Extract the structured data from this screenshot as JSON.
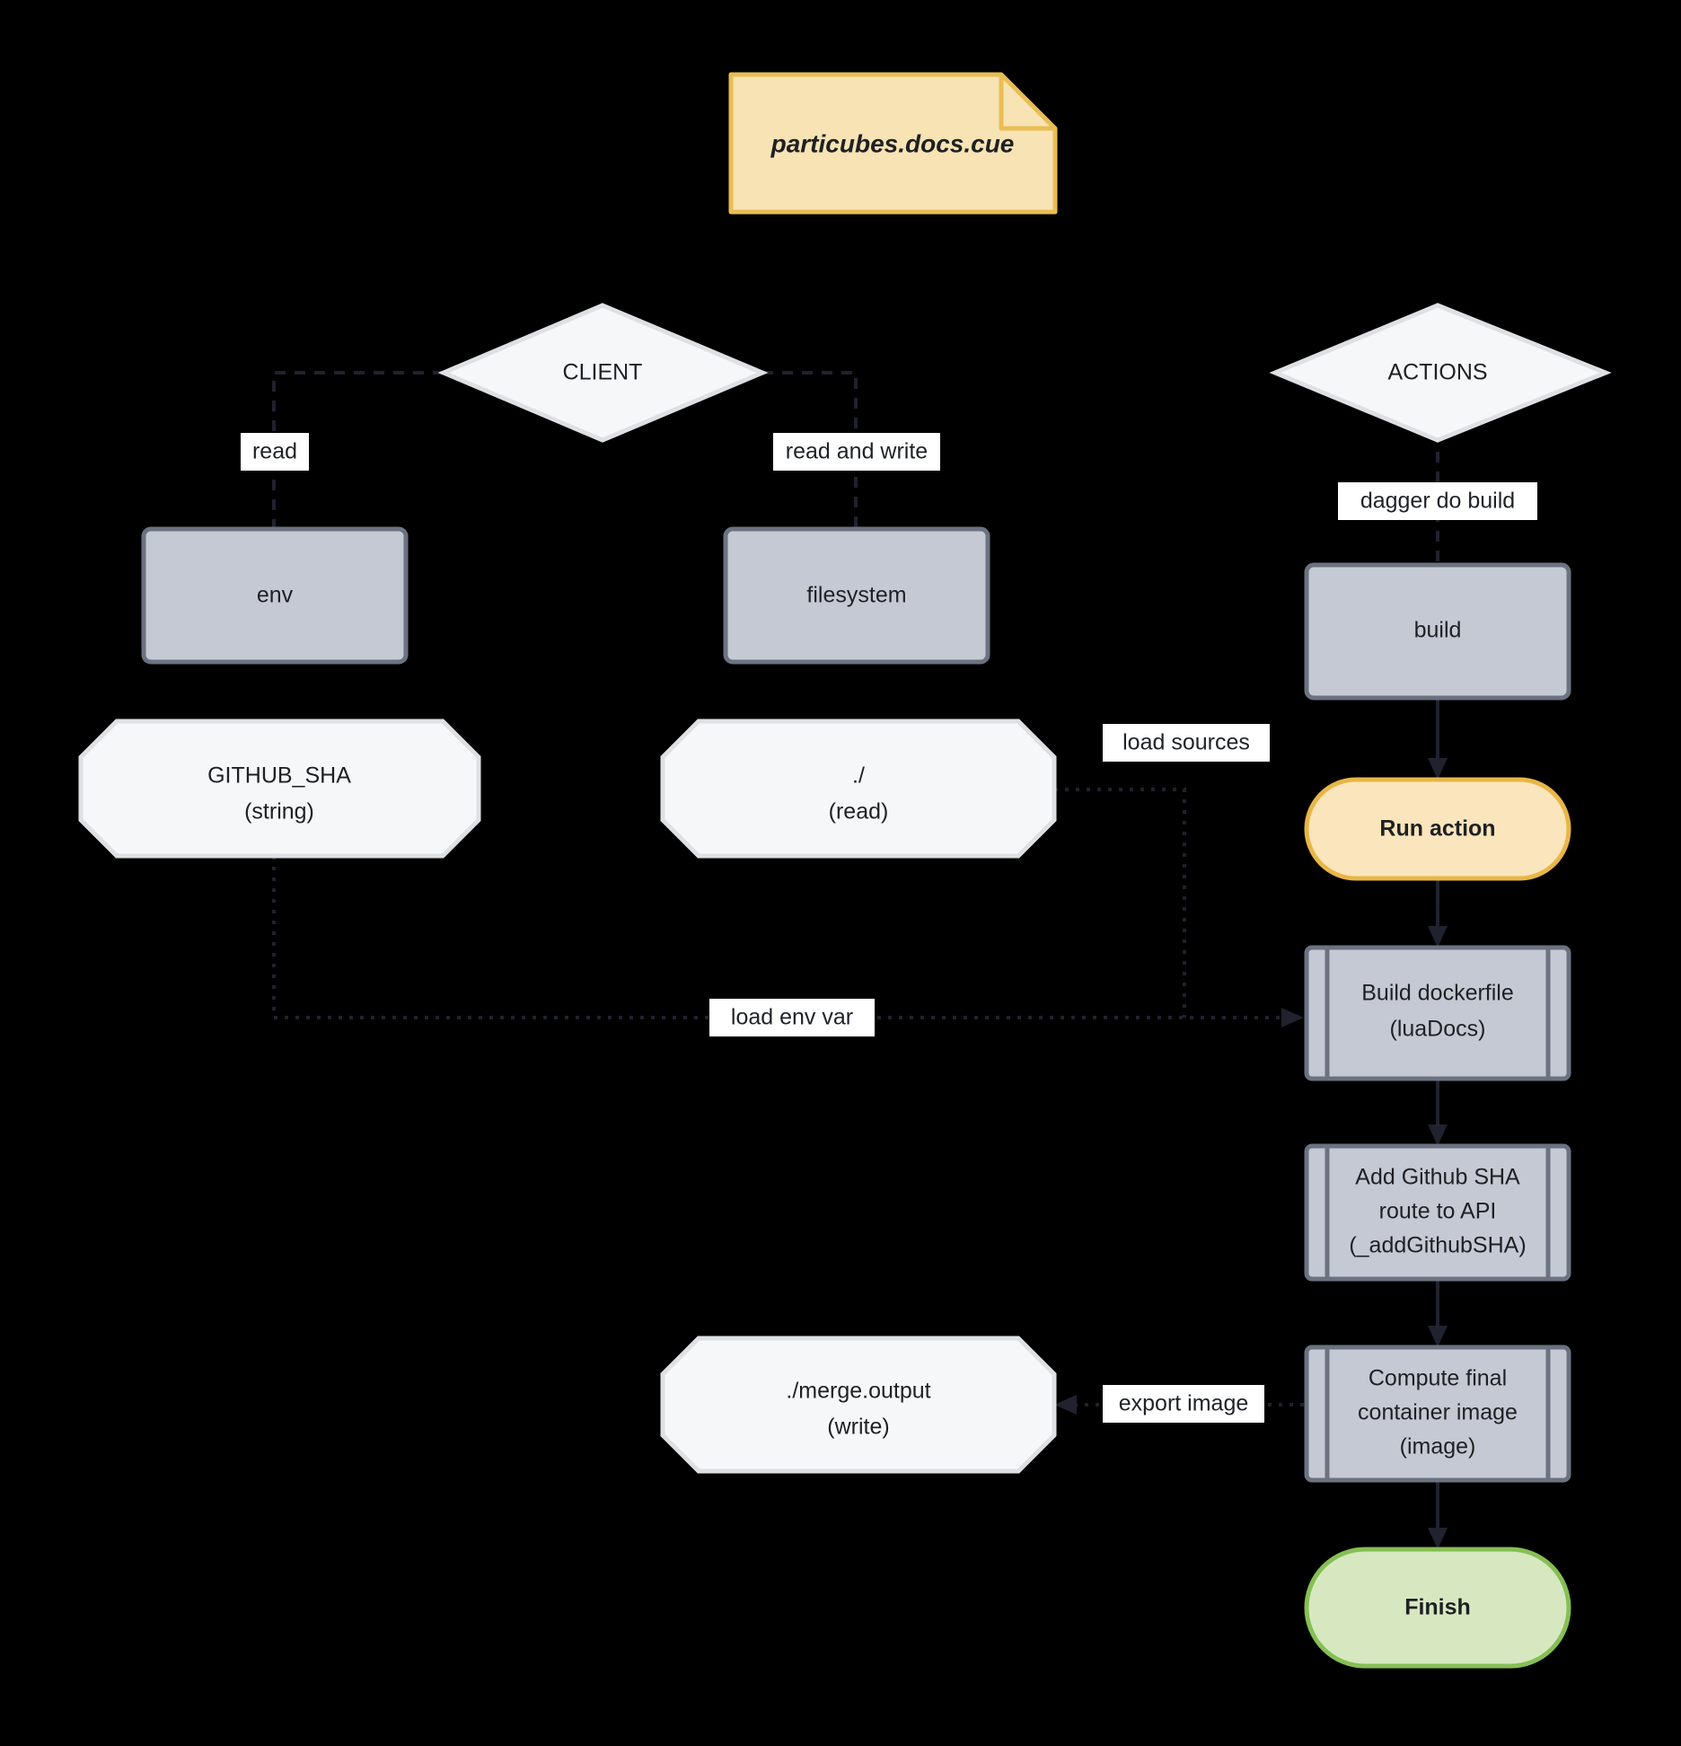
{
  "diagram": {
    "type": "flowchart",
    "background": "#000000",
    "note": {
      "label": "particubes.docs.cue",
      "fill": "#f7e3b4",
      "stroke": "#e8be54"
    },
    "colors": {
      "process_fill": "#c5c9d4",
      "process_stroke": "#6b7280",
      "io_fill": "#f6f7f8",
      "io_stroke": "#dfe0e3",
      "action_fill": "#fae5bc",
      "action_stroke": "#e8b647",
      "finish_fill": "#d7e8c0",
      "finish_stroke": "#86bf54",
      "edge": "#20222e",
      "label_bg": "#ffffff"
    },
    "nodes": [
      {
        "id": "client",
        "label": "CLIENT",
        "shape": "diamond"
      },
      {
        "id": "actions",
        "label": "ACTIONS",
        "shape": "diamond"
      },
      {
        "id": "env",
        "label": "env",
        "shape": "rect"
      },
      {
        "id": "filesystem",
        "label": "filesystem",
        "shape": "rect"
      },
      {
        "id": "build",
        "label": "build",
        "shape": "rect"
      },
      {
        "id": "github_sha",
        "label": "GITHUB_SHA\n(string)",
        "shape": "octagon",
        "lines": [
          "GITHUB_SHA",
          "(string)"
        ]
      },
      {
        "id": "dot_read",
        "label": "./\n(read)",
        "shape": "octagon",
        "lines": [
          "./",
          "(read)"
        ]
      },
      {
        "id": "merge_output",
        "label": "./merge.output\n(write)",
        "shape": "octagon",
        "lines": [
          "./merge.output",
          "(write)"
        ]
      },
      {
        "id": "run_action",
        "label": "Run action",
        "shape": "stadium",
        "bold": true
      },
      {
        "id": "build_docker",
        "label": "Build dockerfile\n(luaDocs)",
        "shape": "subroutine",
        "lines": [
          "Build dockerfile",
          "(luaDocs)"
        ]
      },
      {
        "id": "add_sha",
        "label": "Add Github SHA route to API (_addGithubSHA)",
        "shape": "subroutine",
        "lines": [
          "Add Github SHA",
          "route to API",
          "(_addGithubSHA)"
        ]
      },
      {
        "id": "compute_image",
        "label": "Compute final container image (image)",
        "shape": "subroutine",
        "lines": [
          "Compute final",
          "container image",
          "(image)"
        ]
      },
      {
        "id": "finish",
        "label": "Finish",
        "shape": "stadium",
        "bold": true
      }
    ],
    "edges": [
      {
        "from": "client",
        "to": "env",
        "label": "read",
        "style": "dashed"
      },
      {
        "from": "client",
        "to": "filesystem",
        "label": "read and write",
        "style": "dashed"
      },
      {
        "from": "actions",
        "to": "build",
        "label": "dagger do build",
        "style": "dashed"
      },
      {
        "from": "dot_read",
        "to": "build_docker",
        "label": "load sources",
        "style": "dotted"
      },
      {
        "from": "github_sha",
        "to": "build_docker",
        "label": "load env var",
        "style": "dotted"
      },
      {
        "from": "build",
        "to": "run_action",
        "label": "",
        "style": "solid"
      },
      {
        "from": "run_action",
        "to": "build_docker",
        "label": "",
        "style": "solid"
      },
      {
        "from": "build_docker",
        "to": "add_sha",
        "label": "",
        "style": "solid"
      },
      {
        "from": "add_sha",
        "to": "compute_image",
        "label": "",
        "style": "solid"
      },
      {
        "from": "compute_image",
        "to": "merge_output",
        "label": "export image",
        "style": "dotted"
      },
      {
        "from": "compute_image",
        "to": "finish",
        "label": "",
        "style": "solid"
      }
    ]
  }
}
